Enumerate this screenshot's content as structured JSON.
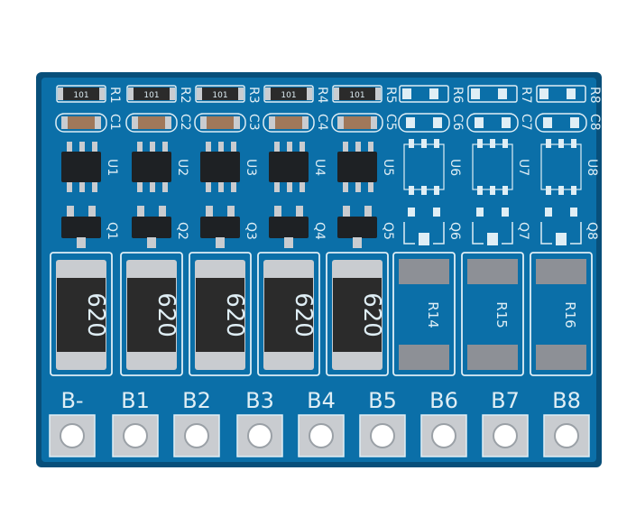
{
  "colors": {
    "board": "#0b6fa8",
    "board_edge": "#084f7a",
    "silkscreen": "#dfeef5",
    "pad": "#c9ccd0",
    "chip": "#1e2124",
    "resistor_body": "#2b2b2b"
  },
  "top_resistors": [
    {
      "code": "101",
      "label": "R1"
    },
    {
      "code": "101",
      "label": "R2"
    },
    {
      "code": "101",
      "label": "R3"
    },
    {
      "code": "101",
      "label": "R4"
    },
    {
      "code": "101",
      "label": "R5"
    },
    {
      "code": "",
      "label": "R6"
    },
    {
      "code": "",
      "label": "R7"
    },
    {
      "code": "",
      "label": "R8"
    }
  ],
  "capacitors": [
    "C1",
    "C2",
    "C3",
    "C4",
    "C5",
    "C6",
    "C7",
    "C8"
  ],
  "ics": [
    "U1",
    "U2",
    "U3",
    "U4",
    "U5",
    "U6",
    "U7",
    "U8"
  ],
  "mosfets": [
    "Q1",
    "Q2",
    "Q3",
    "Q4",
    "Q5",
    "Q6",
    "Q7",
    "Q8"
  ],
  "shunts": [
    {
      "marking": "620",
      "populated": true
    },
    {
      "marking": "620",
      "populated": true
    },
    {
      "marking": "620",
      "populated": true
    },
    {
      "marking": "620",
      "populated": true
    },
    {
      "marking": "620",
      "populated": true
    },
    {
      "marking": "R14",
      "populated": false
    },
    {
      "marking": "R15",
      "populated": false
    },
    {
      "marking": "R16",
      "populated": false
    }
  ],
  "terminals": [
    "B-",
    "B1",
    "B2",
    "B3",
    "B4",
    "B5",
    "B6",
    "B7",
    "B8"
  ]
}
